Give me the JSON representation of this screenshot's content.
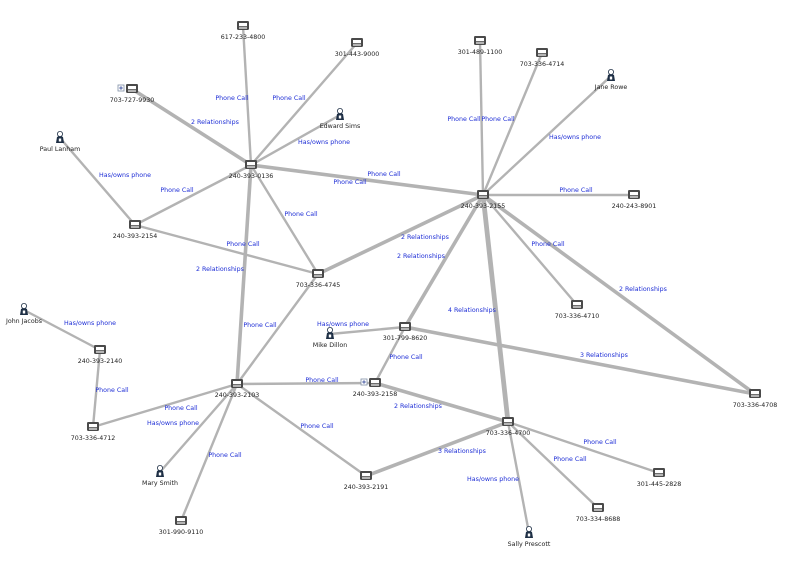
{
  "graph": {
    "colors": {
      "edge": "#b3b3b3",
      "edge_label": "#1f2fd6",
      "node_label": "#222222",
      "phone_icon": "#4a4a4a",
      "person_icon": "#1e2f45"
    },
    "nodes": [
      {
        "id": "n617",
        "label": "617-233-4800",
        "icon": "phone-icon"
      },
      {
        "id": "n301443",
        "label": "301-443-9000",
        "icon": "phone-icon"
      },
      {
        "id": "n703727",
        "label": "703-727-9930",
        "icon": "phone-icon",
        "expandable": true
      },
      {
        "id": "nEdward",
        "label": "Edward Sims",
        "icon": "person-icon"
      },
      {
        "id": "nPaul",
        "label": "Paul Lanham",
        "icon": "person-icon"
      },
      {
        "id": "n0136",
        "label": "240-393-0136",
        "icon": "phone-icon"
      },
      {
        "id": "n2154",
        "label": "240-393-2154",
        "icon": "phone-icon"
      },
      {
        "id": "n4745",
        "label": "703-336-4745",
        "icon": "phone-icon"
      },
      {
        "id": "n1100",
        "label": "301-489-1100",
        "icon": "phone-icon"
      },
      {
        "id": "n4714",
        "label": "703-336-4714",
        "icon": "phone-icon"
      },
      {
        "id": "nJane",
        "label": "Jane Rowe",
        "icon": "person-icon"
      },
      {
        "id": "n2155",
        "label": "240-393-2155",
        "icon": "phone-icon"
      },
      {
        "id": "n8901",
        "label": "240-243-8901",
        "icon": "phone-icon"
      },
      {
        "id": "n4710",
        "label": "703-336-4710",
        "icon": "phone-icon"
      },
      {
        "id": "nJohn",
        "label": "John Jacobs",
        "icon": "person-icon"
      },
      {
        "id": "n2140",
        "label": "240-393-2140",
        "icon": "phone-icon"
      },
      {
        "id": "n8620",
        "label": "301-799-8620",
        "icon": "phone-icon"
      },
      {
        "id": "nMike",
        "label": "Mike Dillon",
        "icon": "person-icon"
      },
      {
        "id": "n4712",
        "label": "703-336-4712",
        "icon": "phone-icon"
      },
      {
        "id": "n2103",
        "label": "240-393-2103",
        "icon": "phone-icon"
      },
      {
        "id": "n2158",
        "label": "240-393-2158",
        "icon": "phone-icon",
        "expandable": true
      },
      {
        "id": "n4708",
        "label": "703-336-4708",
        "icon": "phone-icon"
      },
      {
        "id": "n4700",
        "label": "703-336-4700",
        "icon": "phone-icon"
      },
      {
        "id": "nMary",
        "label": "Mary Smith",
        "icon": "person-icon"
      },
      {
        "id": "n2191",
        "label": "240-393-2191",
        "icon": "phone-icon"
      },
      {
        "id": "n2828",
        "label": "301-445-2828",
        "icon": "phone-icon"
      },
      {
        "id": "n8688",
        "label": "703-334-8688",
        "icon": "phone-icon"
      },
      {
        "id": "n9110",
        "label": "301-990-9110",
        "icon": "phone-icon"
      },
      {
        "id": "nSally",
        "label": "Sally Prescott",
        "icon": "person-icon"
      }
    ],
    "edges": [
      {
        "from": "n617",
        "to": "n0136",
        "label": "Phone Call",
        "weight": 1
      },
      {
        "from": "n301443",
        "to": "n0136",
        "label": "Phone Call",
        "weight": 1
      },
      {
        "from": "n703727",
        "to": "n0136",
        "label": "2 Relationships",
        "weight": 2
      },
      {
        "from": "nEdward",
        "to": "n0136",
        "label": "Has/owns phone",
        "weight": 1
      },
      {
        "from": "nPaul",
        "to": "n2154",
        "label": "Has/owns phone",
        "weight": 1
      },
      {
        "from": "n0136",
        "to": "n2154",
        "label": "Phone Call",
        "weight": 1
      },
      {
        "from": "n0136",
        "to": "n2155",
        "label": "Phone Call",
        "weight": 2
      },
      {
        "from": "n0136",
        "to": "n4745",
        "label": "Phone Call",
        "weight": 1
      },
      {
        "from": "n0136",
        "to": "n2103",
        "label": "2 Relationships",
        "weight": 2
      },
      {
        "from": "n2154",
        "to": "n4745",
        "label": "Phone Call",
        "weight": 1
      },
      {
        "from": "n1100",
        "to": "n2155",
        "label": "Phone Call",
        "weight": 1
      },
      {
        "from": "n4714",
        "to": "n2155",
        "label": "Phone Call",
        "weight": 1
      },
      {
        "from": "nJane",
        "to": "n2155",
        "label": "Has/owns phone",
        "weight": 1
      },
      {
        "from": "n2155",
        "to": "n8901",
        "label": "Phone Call",
        "weight": 1
      },
      {
        "from": "n2155",
        "to": "n4745",
        "label": "2 Relationships",
        "weight": 2
      },
      {
        "from": "n2155",
        "to": "n8620",
        "label": "2 Relationships",
        "weight": 2
      },
      {
        "from": "n2155",
        "to": "n4710",
        "label": "Phone Call",
        "weight": 1
      },
      {
        "from": "n2155",
        "to": "n4708",
        "label": "2 Relationships",
        "weight": 2
      },
      {
        "from": "n2155",
        "to": "n4700",
        "label": "4 Relationships",
        "weight": 3
      },
      {
        "from": "n4745",
        "to": "n2103",
        "label": "Phone Call",
        "weight": 1
      },
      {
        "from": "nJohn",
        "to": "n2140",
        "label": "Has/owns phone",
        "weight": 1
      },
      {
        "from": "n2140",
        "to": "n4712",
        "label": "Phone Call",
        "weight": 1
      },
      {
        "from": "nMike",
        "to": "n8620",
        "label": "Has/owns phone",
        "weight": 1
      },
      {
        "from": "n8620",
        "to": "n4708",
        "label": "3 Relationships",
        "weight": 2
      },
      {
        "from": "n8620",
        "to": "n2158",
        "label": "Phone Call",
        "weight": 1
      },
      {
        "from": "n2103",
        "to": "n2158",
        "label": "Phone Call",
        "weight": 1
      },
      {
        "from": "n2103",
        "to": "n4712",
        "label": "Phone Call",
        "weight": 1
      },
      {
        "from": "n2103",
        "to": "nMary",
        "label": "Has/owns phone",
        "weight": 1
      },
      {
        "from": "n2103",
        "to": "n9110",
        "label": "Phone Call",
        "weight": 1
      },
      {
        "from": "n2103",
        "to": "n2191",
        "label": "Phone Call",
        "weight": 1
      },
      {
        "from": "n2158",
        "to": "n4700",
        "label": "2 Relationships",
        "weight": 2
      },
      {
        "from": "n2191",
        "to": "n4700",
        "label": "3 Relationships",
        "weight": 2
      },
      {
        "from": "n4700",
        "to": "n2828",
        "label": "Phone Call",
        "weight": 1
      },
      {
        "from": "n4700",
        "to": "n8688",
        "label": "Phone Call",
        "weight": 1
      },
      {
        "from": "n4700",
        "to": "nSally",
        "label": "Has/owns phone",
        "weight": 1
      }
    ]
  }
}
